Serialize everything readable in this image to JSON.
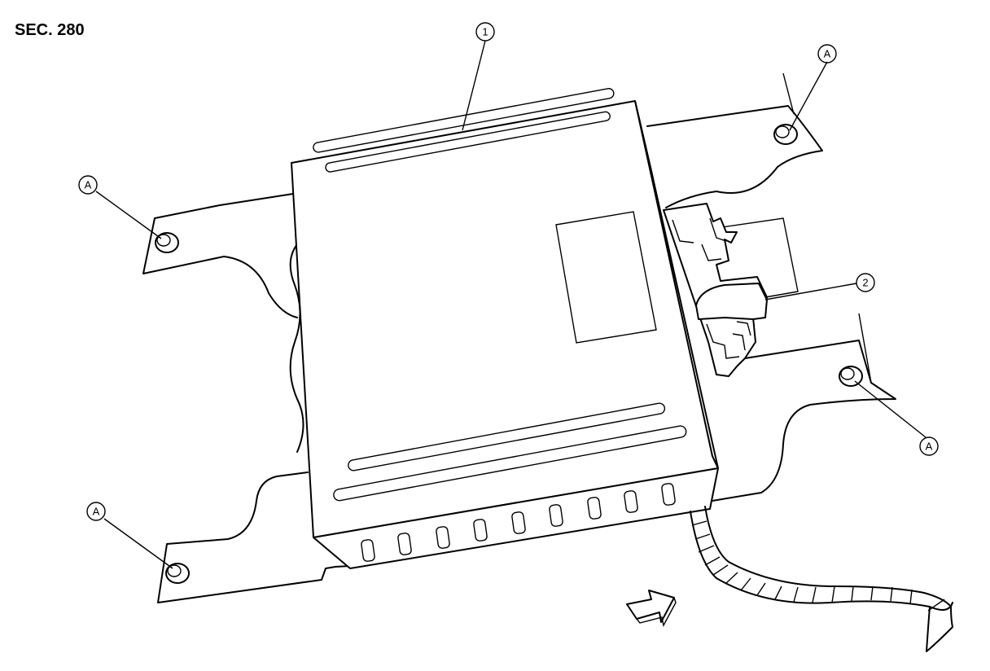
{
  "section_label": "SEC. 280",
  "callouts": {
    "unit": "1",
    "connector": "2",
    "bolt": "A"
  }
}
